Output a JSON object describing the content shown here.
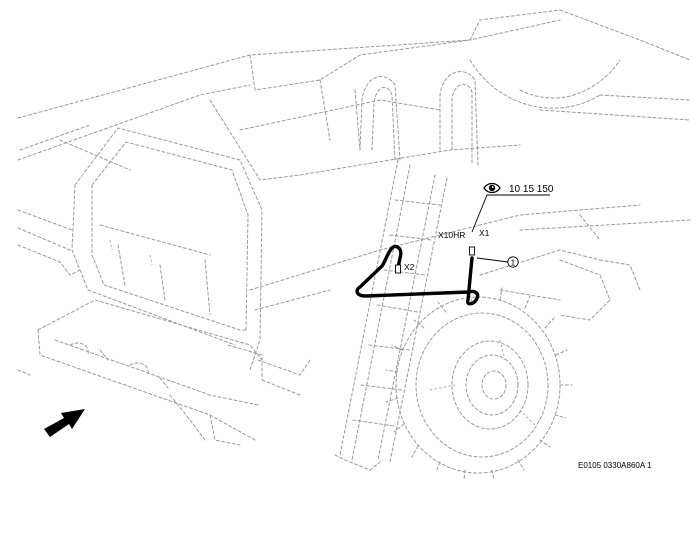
{
  "diagram": {
    "connectors": {
      "x1": "X1",
      "x10hr": "X10HR",
      "x2": "X2"
    },
    "callout": "1",
    "reference": {
      "icon": "eye-icon",
      "text": "10 15 150"
    },
    "figure_code": "E0105 0330A860A 1",
    "direction_arrow": "arrow-icon"
  },
  "colors": {
    "ghost_lines": "#9a9a9a",
    "harness": "#000000"
  }
}
